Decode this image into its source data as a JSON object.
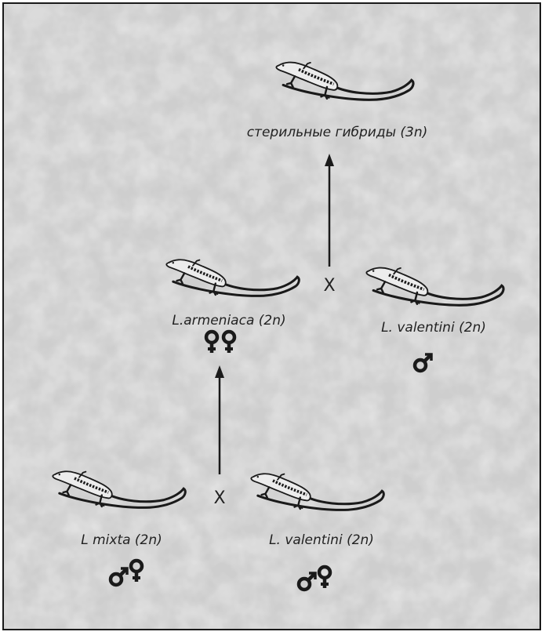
{
  "colors": {
    "background": "#c9c9c9",
    "ink": "#1a1a1a",
    "lizard_body": "#ececec"
  },
  "labels": {
    "hybrids": "стерильные гибриды (3n)",
    "armeniaca": "L.armeniaca (2n)",
    "valentini_top": "L. valentini (2n)",
    "mixta": "L mixta (2n)",
    "valentini_bottom": "L. valentini (2n)",
    "cross_top": "X",
    "cross_bottom": "X"
  },
  "sex_symbols": {
    "armeniaca": [
      "female",
      "female"
    ],
    "valentini_top": [
      "male"
    ],
    "mixta": [
      "male",
      "female"
    ],
    "valentini_bottom": [
      "male",
      "female"
    ]
  },
  "icons": [
    "lizard-icon",
    "arrow-up-icon",
    "male-symbol-icon",
    "female-symbol-icon"
  ]
}
